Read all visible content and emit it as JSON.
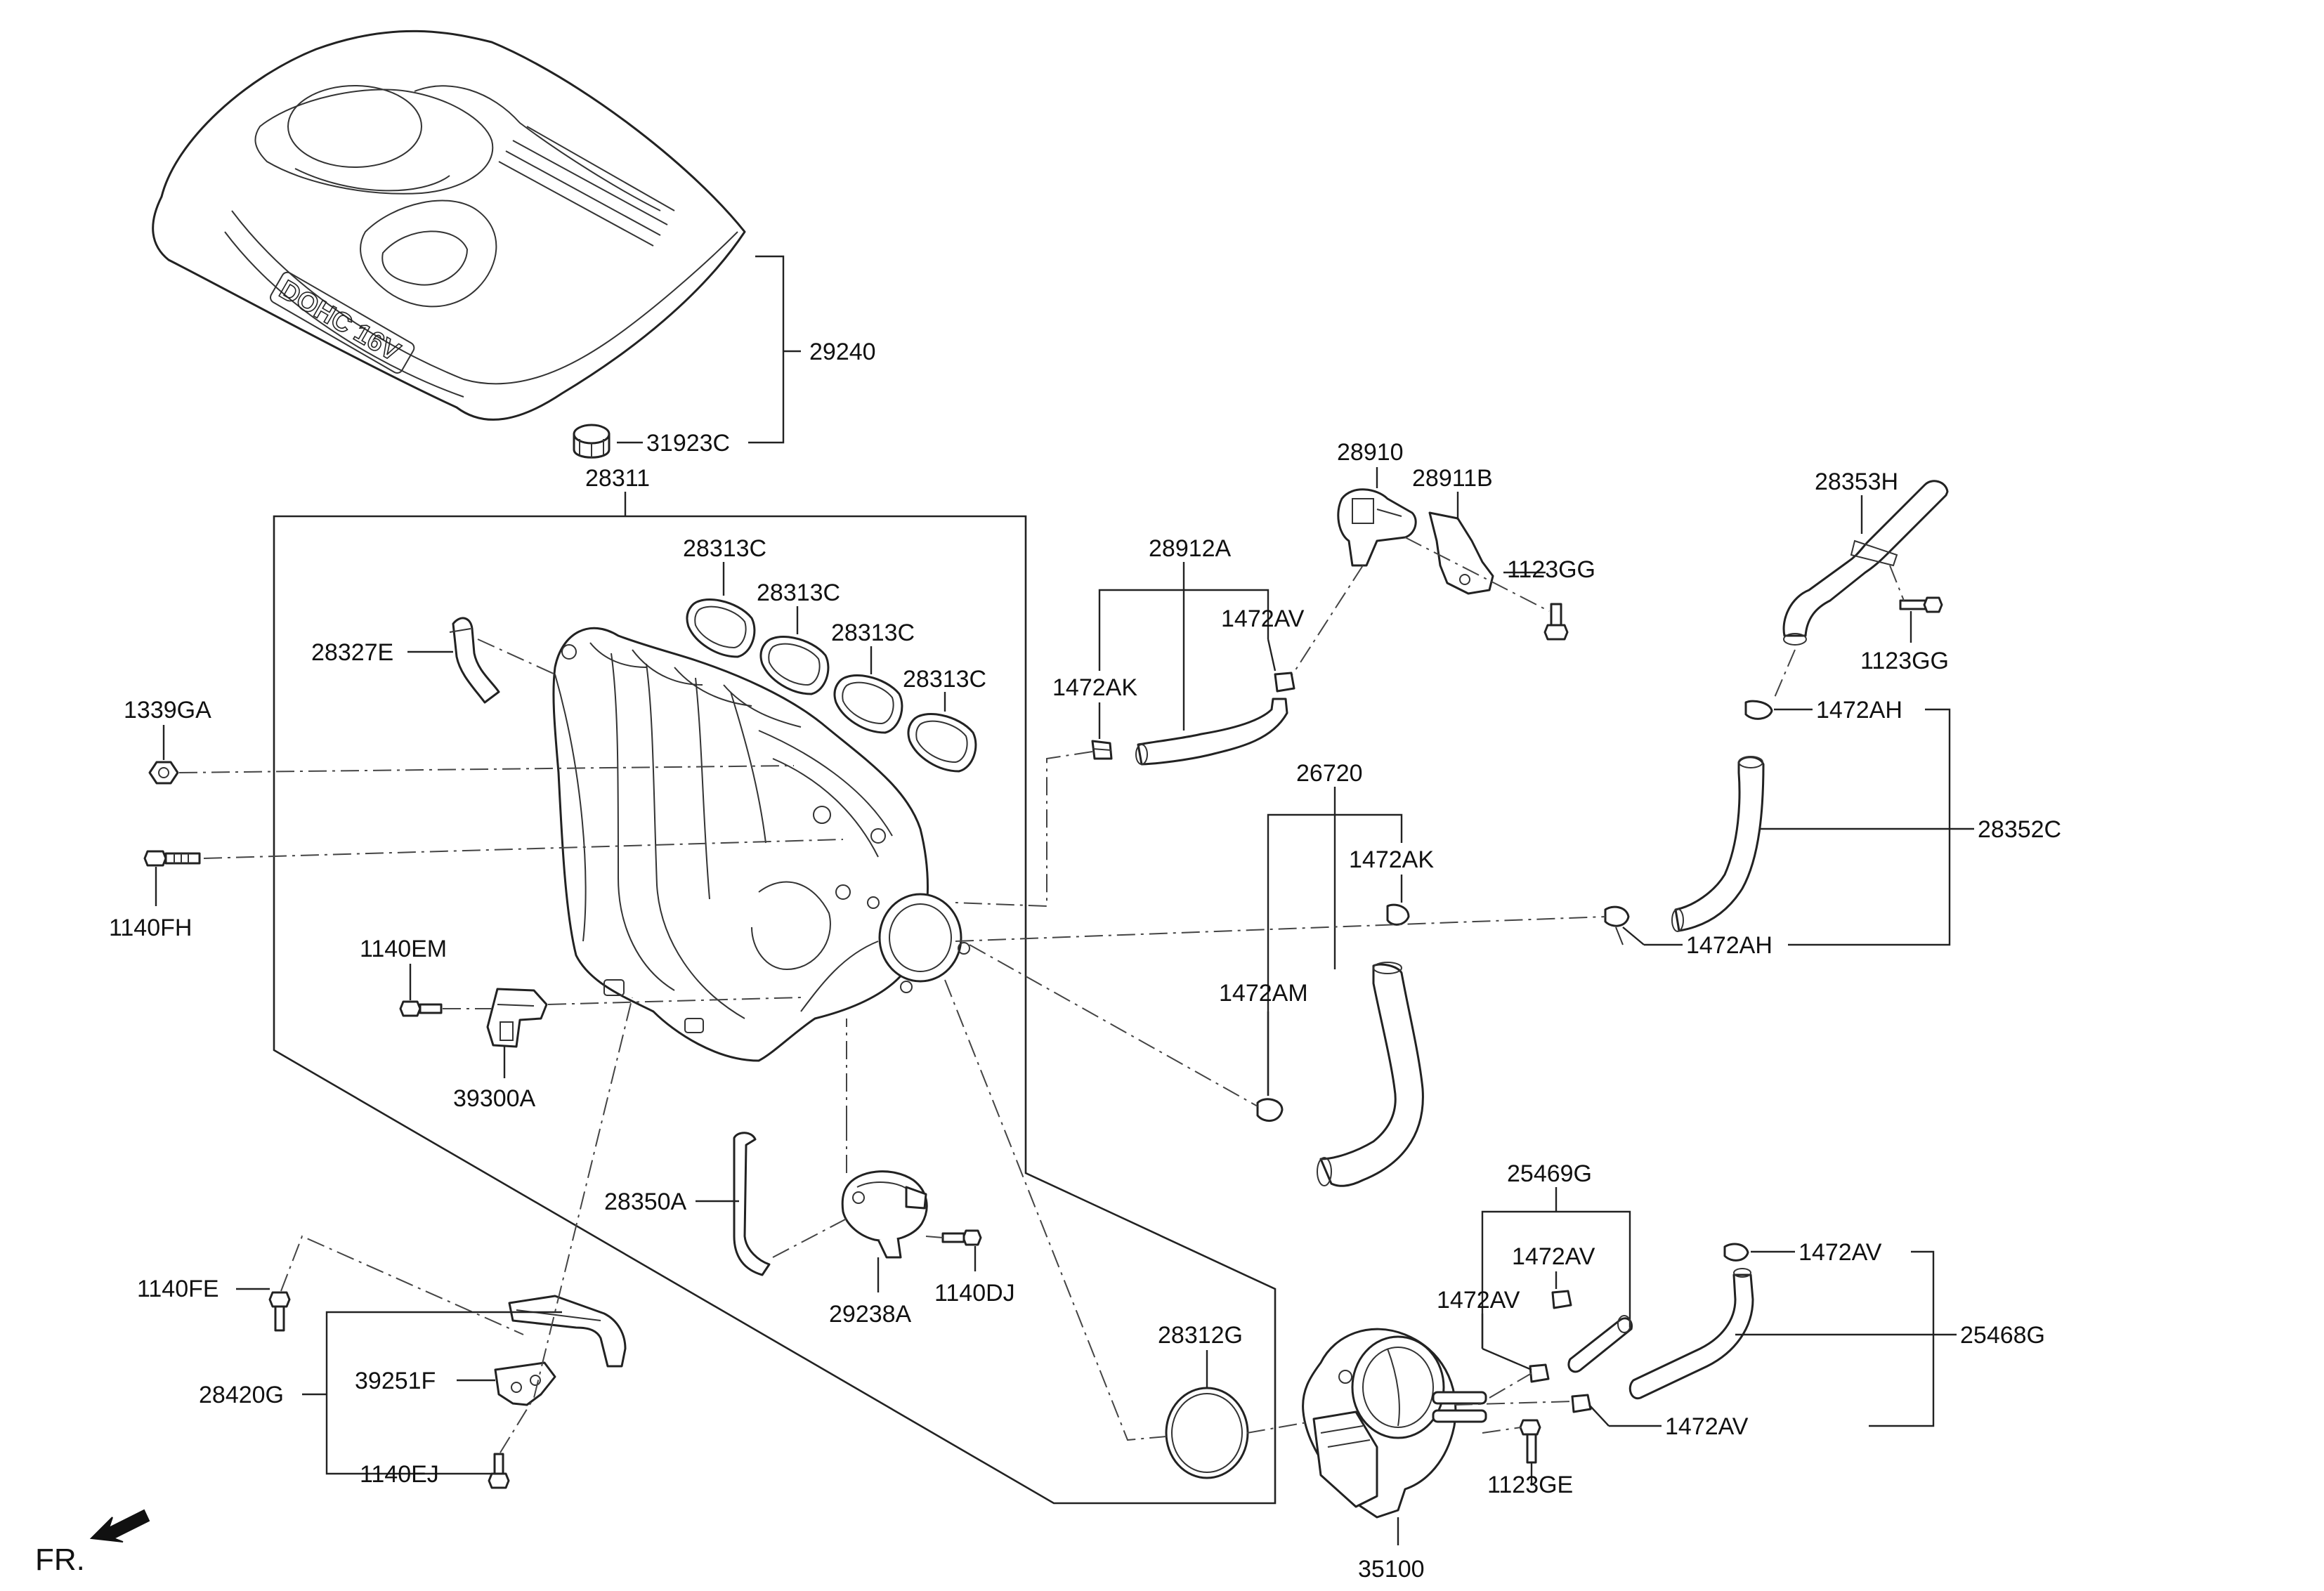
{
  "diagram": {
    "callouts": {
      "c29240": "29240",
      "c31923C": "31923C",
      "c28311": "28311",
      "c28313C_1": "28313C",
      "c28313C_2": "28313C",
      "c28313C_3": "28313C",
      "c28313C_4": "28313C",
      "c28327E": "28327E",
      "c1339GA": "1339GA",
      "c1140FH": "1140FH",
      "c1140EM": "1140EM",
      "c39300A": "39300A",
      "c28350A": "28350A",
      "c29238A": "29238A",
      "c1140DJ": "1140DJ",
      "c1140FE": "1140FE",
      "c28420G": "28420G",
      "c39251F": "39251F",
      "c1140EJ": "1140EJ",
      "c28312G": "28312G",
      "c28910": "28910",
      "c28911B": "28911B",
      "c1123GG_1": "1123GG",
      "c28912A": "28912A",
      "c1472AV_1": "1472AV",
      "c1472AK_1": "1472AK",
      "c26720": "26720",
      "c1472AK_2": "1472AK",
      "c1472AM": "1472AM",
      "c28353H": "28353H",
      "c1123GG_2": "1123GG",
      "c1472AH_1": "1472AH",
      "c28352C": "28352C",
      "c1472AH_2": "1472AH",
      "c25469G": "25469G",
      "c1472AV_2": "1472AV",
      "c1472AV_3": "1472AV",
      "c1472AV_4": "1472AV",
      "c25468G": "25468G",
      "c1472AV_5": "1472AV",
      "c1123GE": "1123GE",
      "c35100": "35100"
    },
    "cover_marking": "DOHC 16V",
    "front_indicator": "FR."
  }
}
